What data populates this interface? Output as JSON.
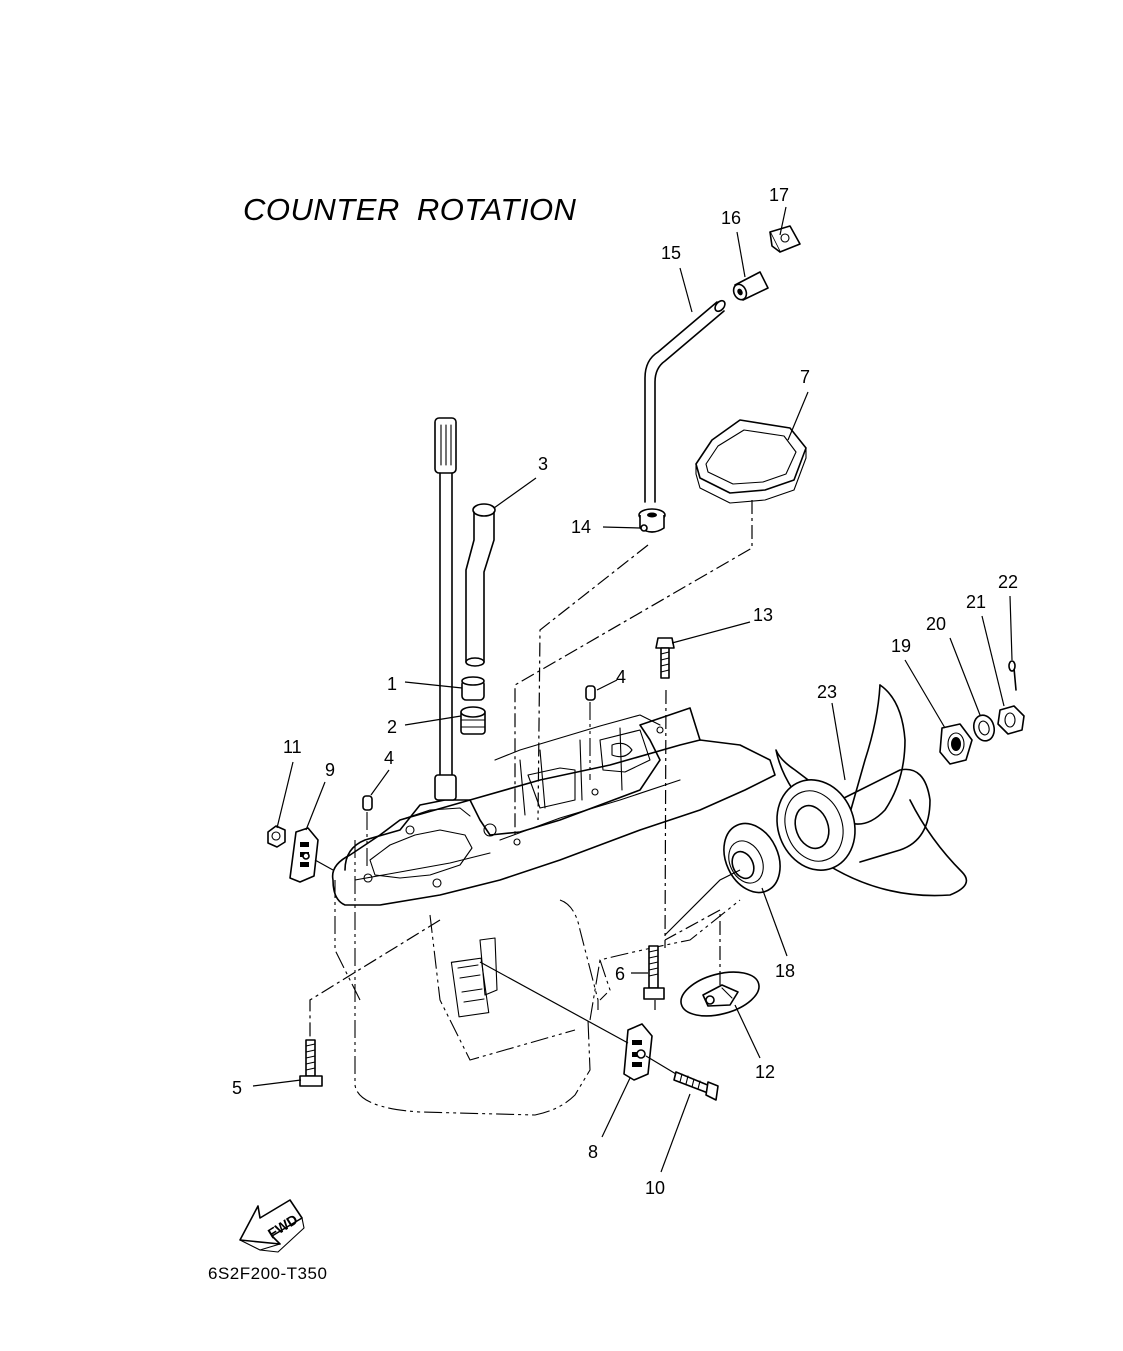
{
  "title": "COUNTER ROTATION",
  "diagram_code": "6S2F200-T350",
  "fwd_label": "FWD",
  "callouts": [
    {
      "id": "c1",
      "text": "1"
    },
    {
      "id": "c2",
      "text": "2"
    },
    {
      "id": "c3",
      "text": "3"
    },
    {
      "id": "c4a",
      "text": "4"
    },
    {
      "id": "c4b",
      "text": "4"
    },
    {
      "id": "c5",
      "text": "5"
    },
    {
      "id": "c6",
      "text": "6"
    },
    {
      "id": "c7",
      "text": "7"
    },
    {
      "id": "c8",
      "text": "8"
    },
    {
      "id": "c9",
      "text": "9"
    },
    {
      "id": "c10",
      "text": "10"
    },
    {
      "id": "c11",
      "text": "11"
    },
    {
      "id": "c12",
      "text": "12"
    },
    {
      "id": "c13",
      "text": "13"
    },
    {
      "id": "c14",
      "text": "14"
    },
    {
      "id": "c15",
      "text": "15"
    },
    {
      "id": "c16",
      "text": "16"
    },
    {
      "id": "c17",
      "text": "17"
    },
    {
      "id": "c18",
      "text": "18"
    },
    {
      "id": "c19",
      "text": "19"
    },
    {
      "id": "c20",
      "text": "20"
    },
    {
      "id": "c21",
      "text": "21"
    },
    {
      "id": "c22",
      "text": "22"
    },
    {
      "id": "c23",
      "text": "23"
    }
  ]
}
